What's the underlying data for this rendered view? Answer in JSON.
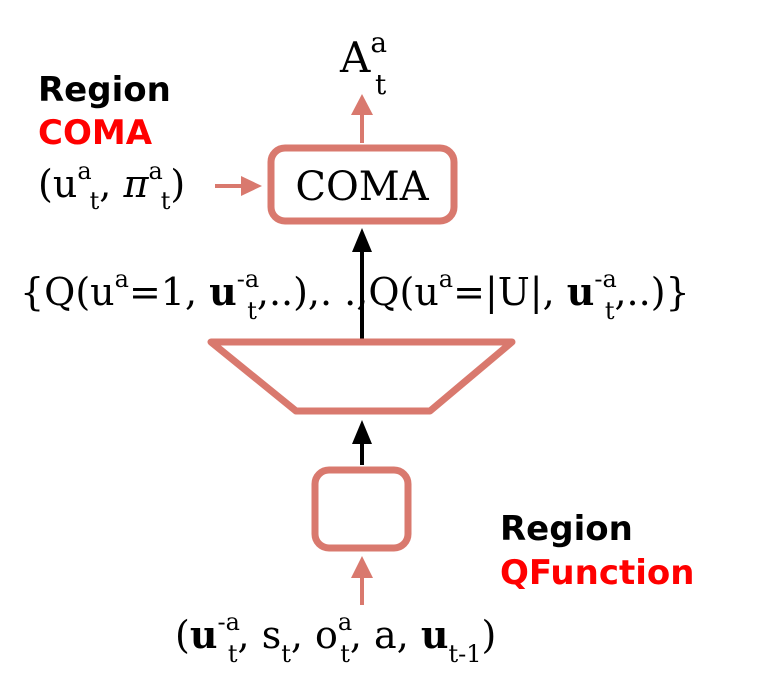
{
  "colors": {
    "accent_box": "#d9796e",
    "region_label": "#ff0000",
    "text": "#000000"
  },
  "regions": {
    "coma": {
      "word": "Region",
      "name": "COMA"
    },
    "qfunction": {
      "word": "Region",
      "name": "QFunction"
    }
  },
  "output": {
    "symbol": "A",
    "sup": "a",
    "sub": "t"
  },
  "coma_box": {
    "label": "COMA"
  },
  "policy_input": {
    "open": "(u",
    "u_sup": "a",
    "u_sub": "t",
    "comma": ", ",
    "pi": "π",
    "pi_sup": "a",
    "pi_sub": "t",
    "close": ")"
  },
  "q_values": {
    "left": {
      "prefix": "{Q(u",
      "u_sup": "a",
      "mid": "=1, ",
      "bold_u": "u",
      "bold_sup": "-a",
      "bold_sub": "t",
      "tail": ",..),"
    },
    "ellipsis": ". .",
    "right": {
      "prefix": ",Q(u",
      "u_sup": "a",
      "mid": "=|U|, ",
      "bold_u": "u",
      "bold_sup": "-a",
      "bold_sub": "t",
      "tail": ",..)}"
    }
  },
  "state_input": {
    "open": "(",
    "u_bold": "u",
    "u_sup": "-a",
    "u_sub": "t",
    "s": ", s",
    "s_sub": "t",
    "o": ", o",
    "o_sup": "a",
    "o_sub": "t",
    "a": ", a, ",
    "u_prev": "u",
    "u_prev_sub": "t-1",
    "close": ")"
  }
}
